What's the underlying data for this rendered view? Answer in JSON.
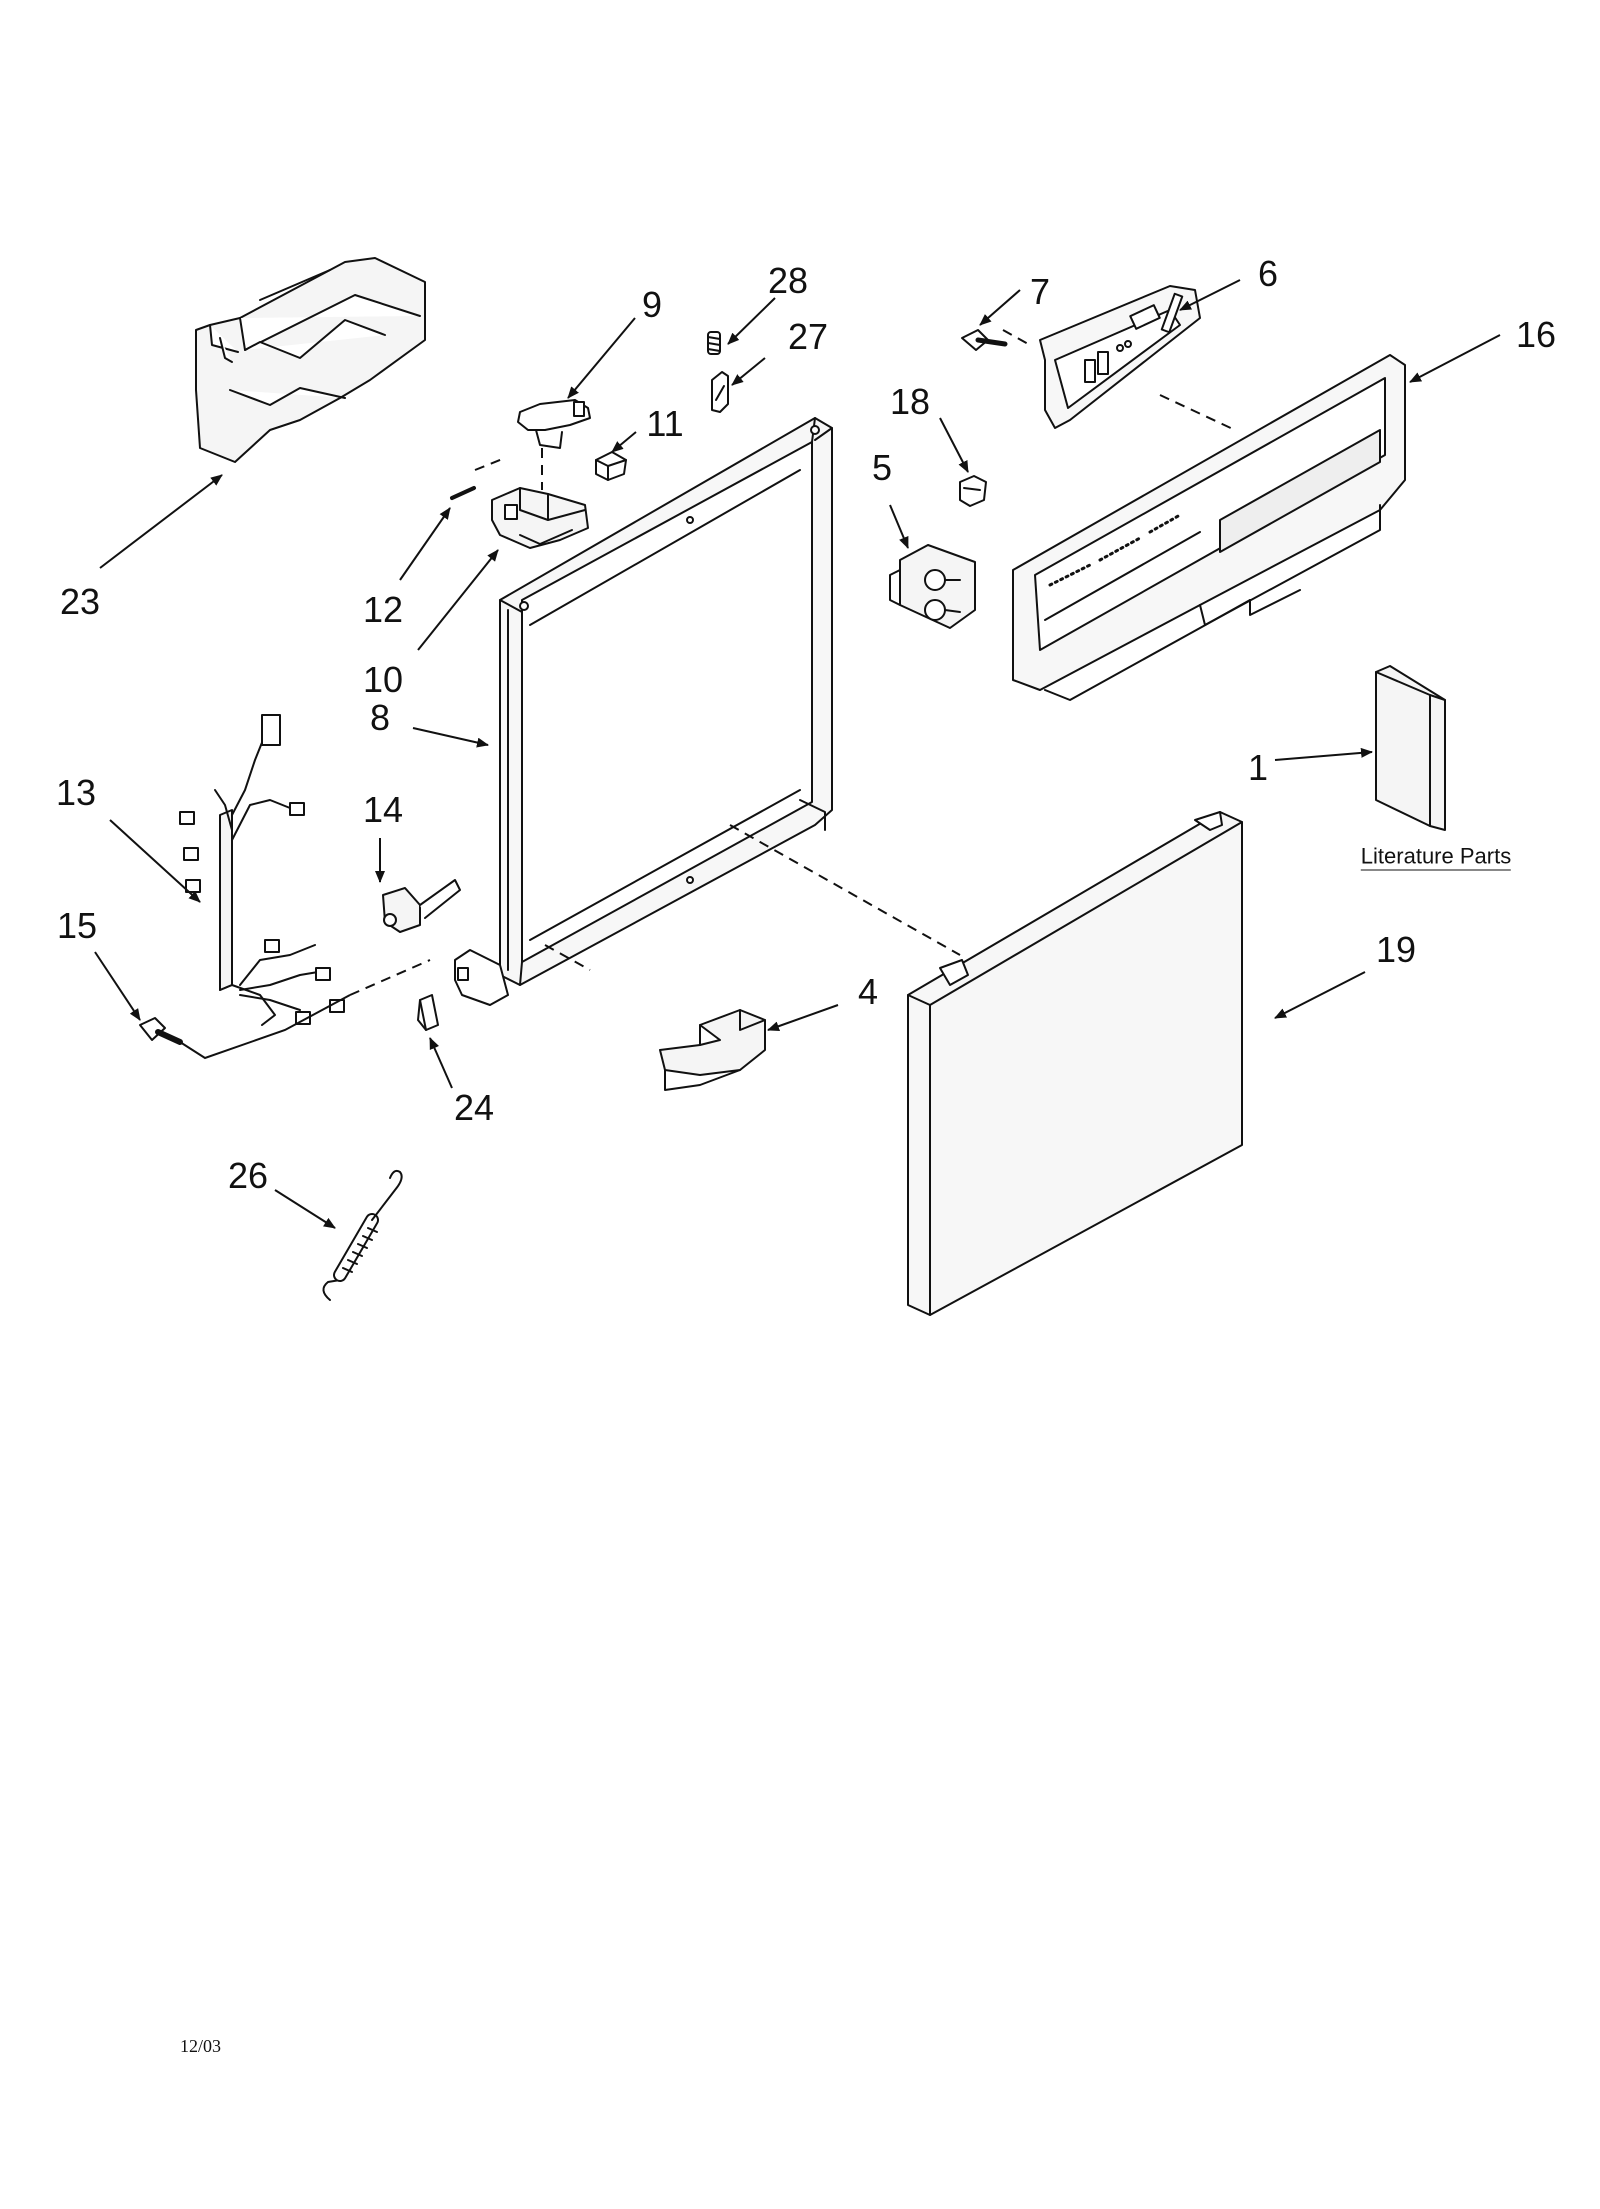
{
  "callouts": [
    {
      "key": "p1",
      "label": "1"
    },
    {
      "key": "p4",
      "label": "4"
    },
    {
      "key": "p5",
      "label": "5"
    },
    {
      "key": "p6",
      "label": "6"
    },
    {
      "key": "p7",
      "label": "7"
    },
    {
      "key": "p8",
      "label": "8"
    },
    {
      "key": "p9",
      "label": "9"
    },
    {
      "key": "p10",
      "label": "10"
    },
    {
      "key": "p11",
      "label": "11"
    },
    {
      "key": "p12",
      "label": "12"
    },
    {
      "key": "p13",
      "label": "13"
    },
    {
      "key": "p14",
      "label": "14"
    },
    {
      "key": "p15",
      "label": "15"
    },
    {
      "key": "p16",
      "label": "16"
    },
    {
      "key": "p18",
      "label": "18"
    },
    {
      "key": "p19",
      "label": "19"
    },
    {
      "key": "p23",
      "label": "23"
    },
    {
      "key": "p24",
      "label": "24"
    },
    {
      "key": "p26",
      "label": "26"
    },
    {
      "key": "p27",
      "label": "27"
    },
    {
      "key": "p28",
      "label": "28"
    }
  ],
  "literature_label": "Literature Parts",
  "date_code": "12/03",
  "colors": {
    "ink": "#111111",
    "paper": "#ffffff",
    "fill": "#f2f2f2"
  }
}
